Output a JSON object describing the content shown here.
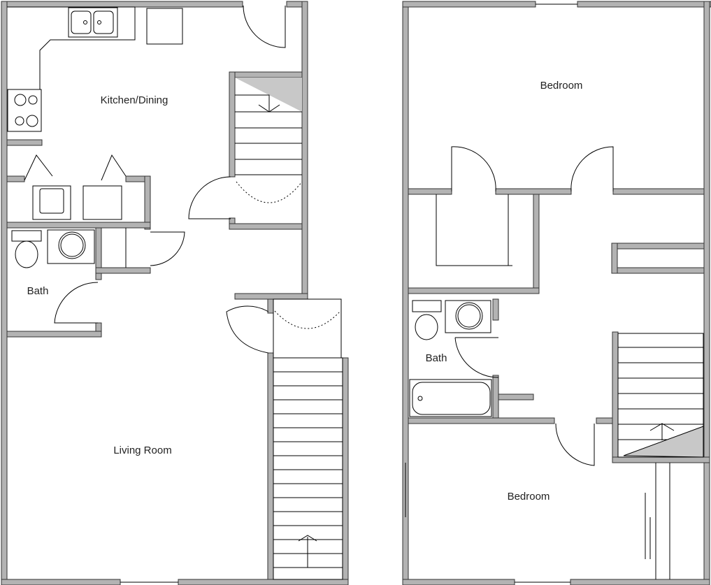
{
  "rooms": {
    "kitchen_dining": "Kitchen/Dining",
    "bath_lower": "Bath",
    "living_room": "Living Room",
    "bedroom_upper": "Bedroom",
    "bath_upper": "Bath",
    "bedroom_lower": "Bedroom"
  },
  "colors": {
    "wall": "#b3b3b3",
    "stair_shade": "#c8c8c8"
  }
}
